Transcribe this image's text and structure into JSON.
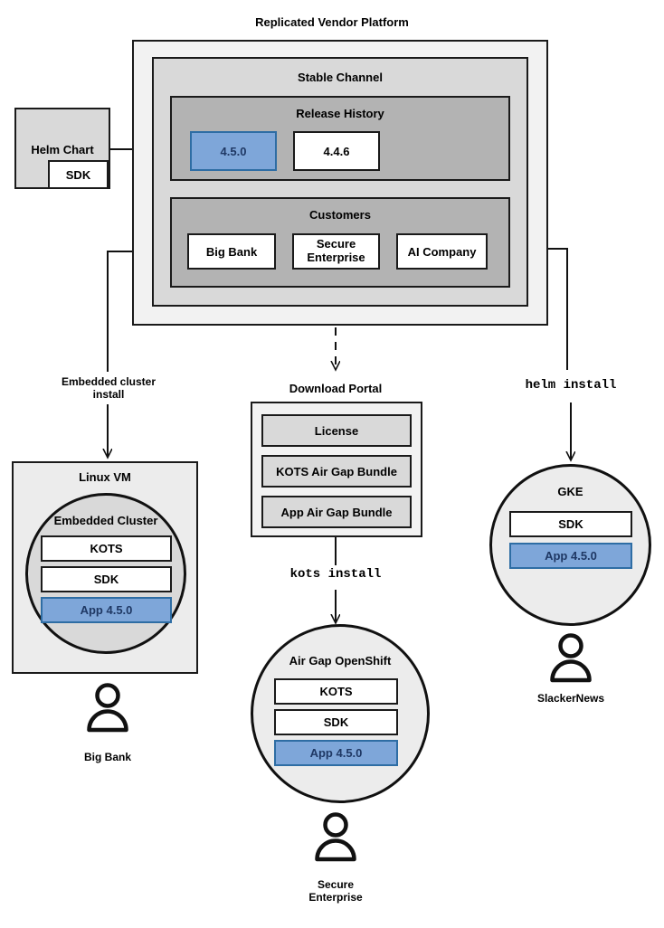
{
  "diagram": {
    "title": "Replicated Vendor Platform",
    "platform": {
      "channel_label": "Stable Channel",
      "release_history_label": "Release History",
      "releases": [
        {
          "version": "4.5.0",
          "highlight": true
        },
        {
          "version": "4.4.6",
          "highlight": false
        }
      ],
      "customers_label": "Customers",
      "customers": [
        {
          "name": "Big Bank"
        },
        {
          "name": "Secure\nEnterprise"
        },
        {
          "name": "AI Company"
        }
      ]
    },
    "source": {
      "helm_chart_label": "Helm Chart",
      "sdk_label": "SDK"
    },
    "connectors": {
      "embedded_cluster_install": "Embedded cluster\ninstall",
      "kots_install": "kots install",
      "helm_install": "helm install"
    },
    "download_portal": {
      "title": "Download Portal",
      "items": [
        {
          "label": "License"
        },
        {
          "label": "KOTS Air Gap Bundle"
        },
        {
          "label": "App Air Gap Bundle"
        }
      ]
    },
    "targets": [
      {
        "id": "linux-vm",
        "container_label": "Linux VM",
        "inner_label": "Embedded Cluster",
        "components": [
          {
            "label": "KOTS",
            "highlight": false
          },
          {
            "label": "SDK",
            "highlight": false
          },
          {
            "label": "App 4.5.0",
            "highlight": true
          }
        ],
        "user": "Big Bank"
      },
      {
        "id": "air-gap-openshift",
        "container_label": "Air Gap OpenShift",
        "components": [
          {
            "label": "KOTS",
            "highlight": false
          },
          {
            "label": "SDK",
            "highlight": false
          },
          {
            "label": "App 4.5.0",
            "highlight": true
          }
        ],
        "user": "Secure\nEnterprise"
      },
      {
        "id": "gke",
        "container_label": "GKE",
        "components": [
          {
            "label": "SDK",
            "highlight": false
          },
          {
            "label": "App 4.5.0",
            "highlight": true
          }
        ],
        "user": "SlackerNews"
      }
    ],
    "icons": {
      "user": "user-icon"
    },
    "colors": {
      "accent_blue_fill": "#7EA6D9",
      "accent_blue_border": "#2E6DA4",
      "accent_blue_text": "#1F3864",
      "outer_gray": "#F2F2F2",
      "mid_gray": "#D9D9D9",
      "inner_gray": "#B3B3B3",
      "stroke": "#1A1A1A"
    }
  }
}
